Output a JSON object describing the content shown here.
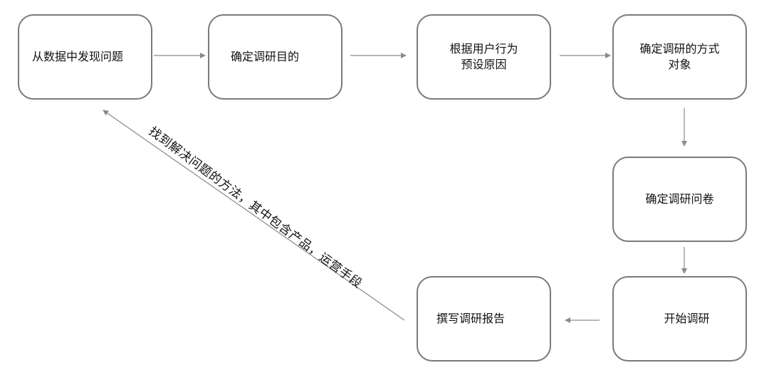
{
  "nodes": [
    {
      "id": "n1",
      "text": "从数据中发现问题"
    },
    {
      "id": "n2",
      "text": "确定调研目的"
    },
    {
      "id": "n3",
      "text": "根据用户行为\n预设原因"
    },
    {
      "id": "n4",
      "text": "确定调研的方式\n对象"
    },
    {
      "id": "n5",
      "text": "确定调研问卷"
    },
    {
      "id": "n6",
      "text": "开始调研"
    },
    {
      "id": "n7",
      "text": "撰写调研报告"
    }
  ],
  "feedback_label": "找到解决问题的方法，其中包含产品，运营手段",
  "colors": {
    "box_border": "#7a7a7a",
    "connector": "#8a8a8a",
    "text": "#111111"
  }
}
